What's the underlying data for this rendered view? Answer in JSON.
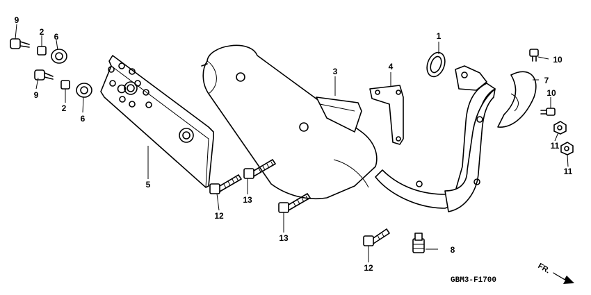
{
  "diagram": {
    "code": "GBM3-F1700",
    "direction": "FR.",
    "callouts": [
      {
        "id": "c1",
        "label": "1"
      },
      {
        "id": "c2a",
        "label": "2"
      },
      {
        "id": "c2b",
        "label": "2"
      },
      {
        "id": "c3",
        "label": "3"
      },
      {
        "id": "c4",
        "label": "4"
      },
      {
        "id": "c5",
        "label": "5"
      },
      {
        "id": "c6a",
        "label": "6"
      },
      {
        "id": "c6b",
        "label": "6"
      },
      {
        "id": "c7",
        "label": "7"
      },
      {
        "id": "c8",
        "label": "8"
      },
      {
        "id": "c9a",
        "label": "9"
      },
      {
        "id": "c9b",
        "label": "9"
      },
      {
        "id": "c10a",
        "label": "10"
      },
      {
        "id": "c10b",
        "label": "10"
      },
      {
        "id": "c11a",
        "label": "11"
      },
      {
        "id": "c11b",
        "label": "11"
      },
      {
        "id": "c12a",
        "label": "12"
      },
      {
        "id": "c12b",
        "label": "12"
      },
      {
        "id": "c13a",
        "label": "13"
      },
      {
        "id": "c13b",
        "label": "13"
      }
    ]
  }
}
